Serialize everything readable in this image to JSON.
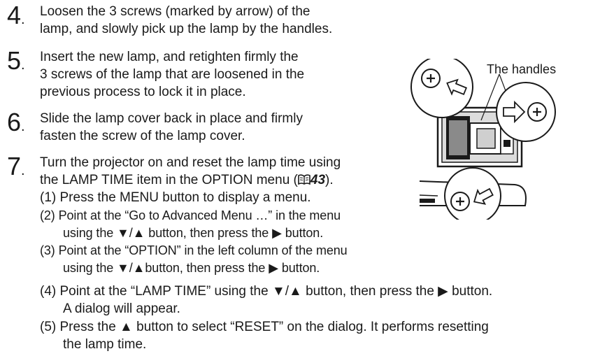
{
  "steps": [
    {
      "number": "4",
      "lines": [
        "Loosen the 3 screws (marked by arrow) of the",
        "lamp, and slowly pick up the lamp by the handles."
      ]
    },
    {
      "number": "5",
      "lines": [
        "Insert the new lamp, and retighten firmly the",
        "3 screws of the lamp that are loosened in the",
        "previous process to lock it in place."
      ]
    },
    {
      "number": "6",
      "lines": [
        "Slide the lamp cover back in place and firmly",
        "fasten the screw of the lamp cover."
      ]
    },
    {
      "number": "7",
      "line1": "Turn the projector on and reset the lamp time using",
      "line2_prefix": "the LAMP TIME item in the OPTION menu (",
      "line2_ref": "43",
      "line2_suffix": ").",
      "substeps": [
        {
          "lines": [
            "(1) Press the MENU button to display a menu."
          ]
        },
        {
          "lines": [
            "(2) Point at the “Go to Advanced Menu …” in the menu",
            "using the ▼/▲ button, then press the ▶ button."
          ]
        },
        {
          "lines": [
            "(3) Point at the “OPTION” in the left column of the menu",
            "using the ▼/▲button, then press the ▶ button."
          ]
        },
        {
          "lines": [
            "(4) Point at the “LAMP TIME” using the ▼/▲ button, then press the ▶ button.",
            "A dialog will appear."
          ]
        },
        {
          "lines": [
            "(5) Press the ▲ button to select “RESET” on the dialog. It performs resetting",
            "the lamp time."
          ]
        }
      ]
    }
  ],
  "figure": {
    "handles_label": "The handles",
    "icons": [
      "screw-icon",
      "arrow-icon",
      "book-icon"
    ]
  }
}
